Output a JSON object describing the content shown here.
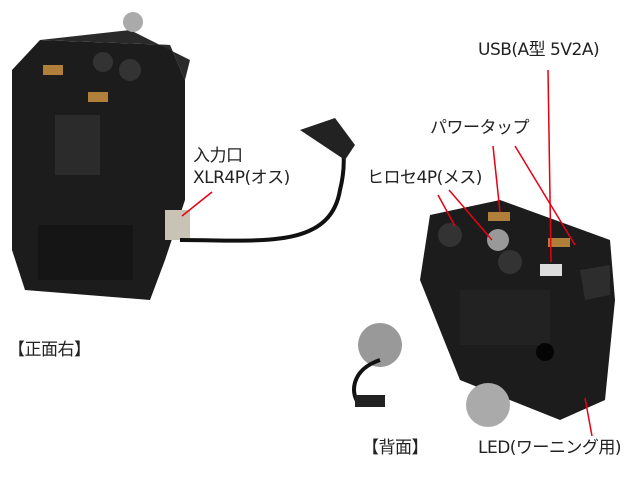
{
  "labels": {
    "usb": "USB(A型 5V2A)",
    "power_tap": "パワータップ",
    "hirose": "ヒロセ4P(メス)",
    "input_line1": "入力口",
    "input_line2": "XLR4P(オス)",
    "front_right": "【正面右】",
    "back": "【背面】",
    "led": "LED(ワーニング用)"
  },
  "colors": {
    "leader_line": "#e60012",
    "device": "#1c1c1c"
  }
}
